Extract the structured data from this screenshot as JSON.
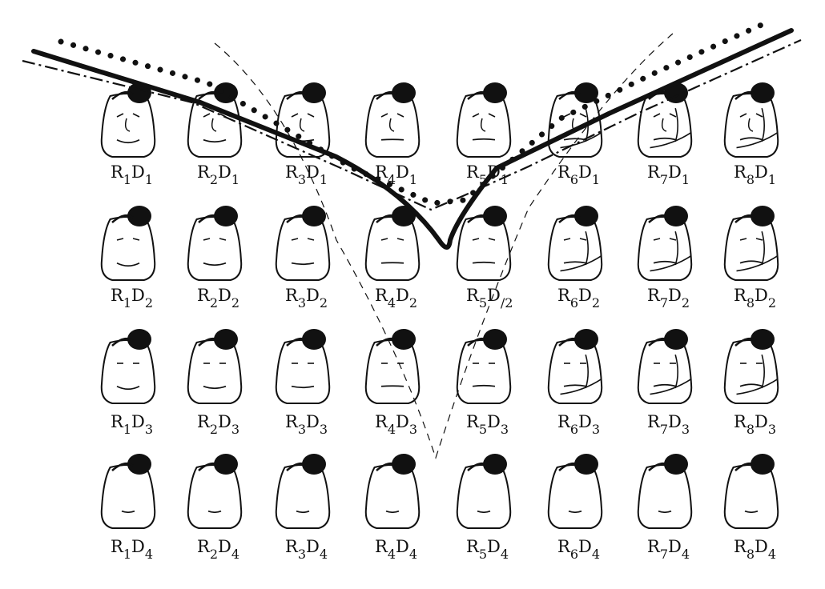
{
  "figure": {
    "ink_color": "#111111",
    "paper_color": "#ffffff",
    "rows": [
      {
        "row": 1,
        "labels": [
          {
            "R": "R",
            "r": "1",
            "D": "D",
            "d": "1"
          },
          {
            "R": "R",
            "r": "2",
            "D": "D",
            "d": "1"
          },
          {
            "R": "R",
            "r": "3",
            "D": "D",
            "d": "1"
          },
          {
            "R": "R",
            "r": "4",
            "D": "D",
            "d": "1"
          },
          {
            "R": "R",
            "r": "5",
            "D": "D",
            "d": "1"
          },
          {
            "R": "R",
            "r": "6",
            "D": "D",
            "d": "1"
          },
          {
            "R": "R",
            "r": "7",
            "D": "D",
            "d": "1"
          },
          {
            "R": "R",
            "r": "8",
            "D": "D",
            "d": "1"
          }
        ]
      },
      {
        "row": 2,
        "labels": [
          {
            "R": "R",
            "r": "1",
            "D": "D",
            "d": "2"
          },
          {
            "R": "R",
            "r": "2",
            "D": "D",
            "d": "2"
          },
          {
            "R": "R",
            "r": "3",
            "D": "D",
            "d": "2"
          },
          {
            "R": "R",
            "r": "4",
            "D": "D",
            "d": "2"
          },
          {
            "R": "R",
            "r": "5",
            "D": "D",
            "d": "/2"
          },
          {
            "R": "R",
            "r": "6",
            "D": "D",
            "d": "2"
          },
          {
            "R": "R",
            "r": "7",
            "D": "D",
            "d": "2"
          },
          {
            "R": "R",
            "r": "8",
            "D": "D",
            "d": "2"
          }
        ]
      },
      {
        "row": 3,
        "labels": [
          {
            "R": "R",
            "r": "1",
            "D": "D",
            "d": "3"
          },
          {
            "R": "R",
            "r": "2",
            "D": "D",
            "d": "3"
          },
          {
            "R": "R",
            "r": "3",
            "D": "D",
            "d": "3"
          },
          {
            "R": "R",
            "r": "4",
            "D": "D",
            "d": "3"
          },
          {
            "R": "R",
            "r": "5",
            "D": "D",
            "d": "3"
          },
          {
            "R": "R",
            "r": "6",
            "D": "D",
            "d": "3"
          },
          {
            "R": "R",
            "r": "7",
            "D": "D",
            "d": "3"
          },
          {
            "R": "R",
            "r": "8",
            "D": "D",
            "d": "3"
          }
        ]
      },
      {
        "row": 4,
        "labels": [
          {
            "R": "R",
            "r": "1",
            "D": "D",
            "d": "4"
          },
          {
            "R": "R",
            "r": "2",
            "D": "D",
            "d": "4"
          },
          {
            "R": "R",
            "r": "3",
            "D": "D",
            "d": "4"
          },
          {
            "R": "R",
            "r": "4",
            "D": "D",
            "d": "4"
          },
          {
            "R": "R",
            "r": "5",
            "D": "D",
            "d": "4"
          },
          {
            "R": "R",
            "r": "6",
            "D": "D",
            "d": "4"
          },
          {
            "R": "R",
            "r": "7",
            "D": "D",
            "d": "4"
          },
          {
            "R": "R",
            "r": "8",
            "D": "D",
            "d": "4"
          }
        ]
      }
    ],
    "curves": [
      {
        "name": "thick-solid-curve",
        "style": "solid-thick"
      },
      {
        "name": "dotted-curve",
        "style": "dotted"
      },
      {
        "name": "dash-dot-curve",
        "style": "dash-dot"
      },
      {
        "name": "dashed-curve",
        "style": "dashed"
      }
    ]
  }
}
